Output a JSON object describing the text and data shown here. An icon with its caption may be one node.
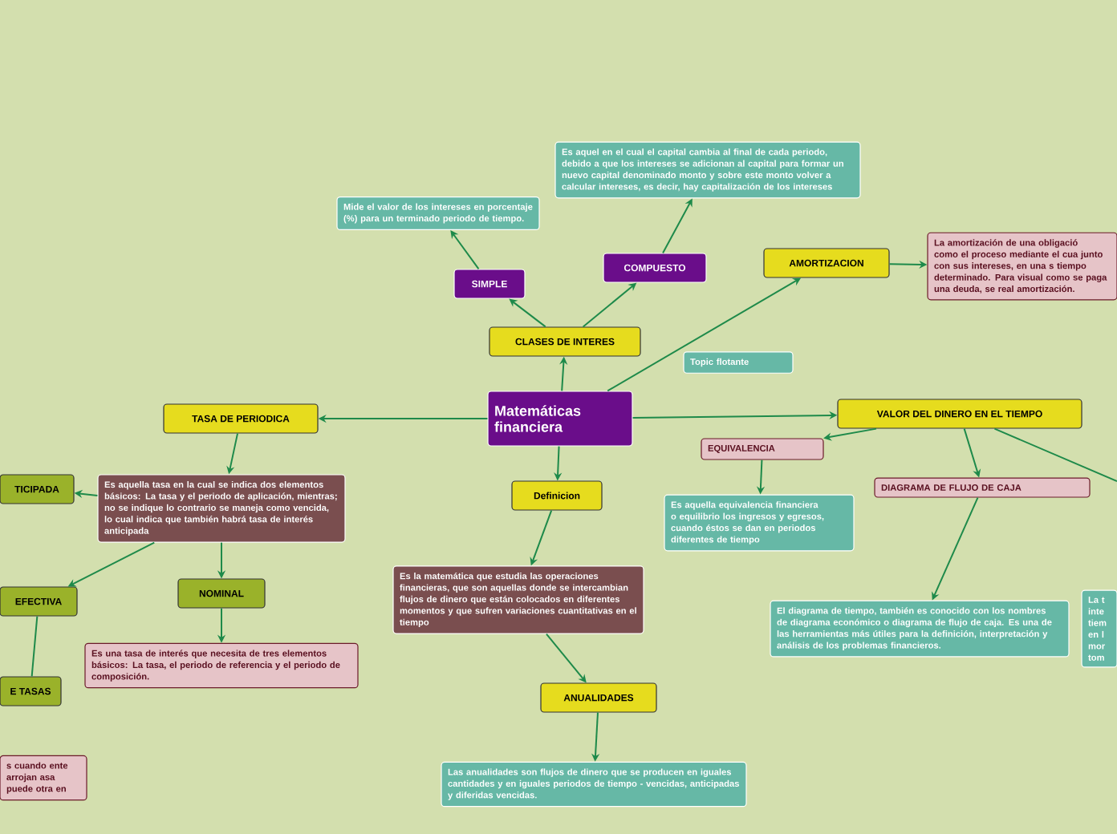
{
  "diagram": {
    "nodes": [
      {
        "text": [
          "Matemáticas financiera"
        ]
      },
      {
        "text": [
          "CLASES DE INTERES"
        ]
      },
      {
        "text": [
          "SIMPLE"
        ]
      },
      {
        "text": [
          "Mide el valor de los intereses en porcentaje (%) para un terminado periodo de tiempo."
        ]
      },
      {
        "text": [
          "COMPUESTO"
        ]
      },
      {
        "text": [
          "Es aquel en el cual el capital cambia al final de cada periodo, debido a que los intereses se adicionan al capital para formar un nuevo capital denominado monto y sobre este monto volver a calcular intereses, es decir, hay capitalización de los intereses"
        ]
      },
      {
        "text": [
          "AMORTIZACION"
        ]
      },
      {
        "text": [
          "La amortización de una obligació como el proceso mediante el cua junto con sus intereses, en una s tiempo determinado. Para visual como se paga una deuda, se real amortización."
        ]
      },
      {
        "text": [
          "Topic flotante"
        ]
      },
      {
        "text": [
          "VALOR DEL DINERO EN EL TIEMPO"
        ]
      },
      {
        "text": [
          "EQUIVALENCIA"
        ]
      },
      {
        "text": [
          "Es aquella  equivalencia financiera o equilibrio los ingresos y egresos, cuando éstos se dan en periodos diferentes de tiempo"
        ]
      },
      {
        "text": [
          "DIAGRAMA DE FLUJO DE CAJA"
        ]
      },
      {
        "text": [
          "El diagrama de tiempo, también es conocido con los nombres de diagrama económico o diagrama de flujo de caja. Es una de las herramientas más útiles para la definición, interpretación y análisis de los problemas financieros."
        ]
      },
      {
        "text": [
          "La t inte tiem en l mor tom"
        ]
      },
      {
        "text": [
          "TASA DE PERIODICA"
        ]
      },
      {
        "text": [
          "Es aquella tasa en la cual se indica dos elementos básicos: La tasa y el periodo de aplicación, mientras; no se indique lo contrario se maneja como vencida, lo cual indica que también habrá tasa de interés anticipada"
        ]
      },
      {
        "text": [
          "TICIPADA"
        ]
      },
      {
        "text": [
          "NOMINAL"
        ]
      },
      {
        "text": [
          "Es una tasa de interés que necesita de tres elementos básicos: La tasa, el periodo de referencia y el periodo de composición."
        ]
      },
      {
        "text": [
          "EFECTIVA"
        ]
      },
      {
        "text": [
          "E TASAS"
        ]
      },
      {
        "text": [
          "s cuando ente arrojan asa puede otra en"
        ]
      },
      {
        "text": [
          "Definicion"
        ]
      },
      {
        "text": [
          "Es la matemática que estudia las operaciones financieras, que son aquellas donde se intercambian flujos de dinero que están colocados en diferentes momentos y que sufren variaciones cuantitativas en el tiempo"
        ]
      },
      {
        "text": [
          "ANUALIDADES"
        ]
      },
      {
        "text": [
          "Las anualidades son flujos de dinero que se producen en iguales cantidades y en iguales periodos de tiempo - vencidas, anticipadas y diferidas vencidas."
        ]
      }
    ],
    "edges": [
      {
        "from": 0,
        "to": 1,
        "arrow": "to"
      },
      {
        "from": 1,
        "to": 2,
        "arrow": "to"
      },
      {
        "from": 1,
        "to": 4,
        "arrow": "to"
      },
      {
        "from": 2,
        "to": 3,
        "arrow": "to"
      },
      {
        "from": 4,
        "to": 5,
        "arrow": "to"
      },
      {
        "from": 0,
        "to": 6,
        "arrow": "to"
      },
      {
        "from": 6,
        "to": 7,
        "arrow": "to"
      },
      {
        "from": 0,
        "to": 9,
        "arrow": "to"
      },
      {
        "from": 9,
        "to": 10,
        "arrow": "to"
      },
      {
        "from": 10,
        "to": 11,
        "arrow": "to"
      },
      {
        "from": 9,
        "to": 12,
        "arrow": "to"
      },
      {
        "from": 12,
        "to": 13,
        "arrow": "to"
      },
      {
        "from": 9,
        "to": null,
        "arrow": "none"
      },
      {
        "from": 0,
        "to": 15,
        "arrow": "to"
      },
      {
        "from": 15,
        "to": 16,
        "arrow": "to"
      },
      {
        "from": 16,
        "to": 17,
        "arrow": "to"
      },
      {
        "from": 16,
        "to": 20,
        "arrow": "to"
      },
      {
        "from": 16,
        "to": 18,
        "arrow": "to"
      },
      {
        "from": 18,
        "to": 19,
        "arrow": "to"
      },
      {
        "from": 20,
        "to": 21,
        "arrow": "none"
      },
      {
        "from": 0,
        "to": 23,
        "arrow": "to"
      },
      {
        "from": 23,
        "to": 24,
        "arrow": "to"
      },
      {
        "from": 24,
        "to": 25,
        "arrow": "to"
      },
      {
        "from": 25,
        "to": 26,
        "arrow": "to"
      }
    ]
  }
}
